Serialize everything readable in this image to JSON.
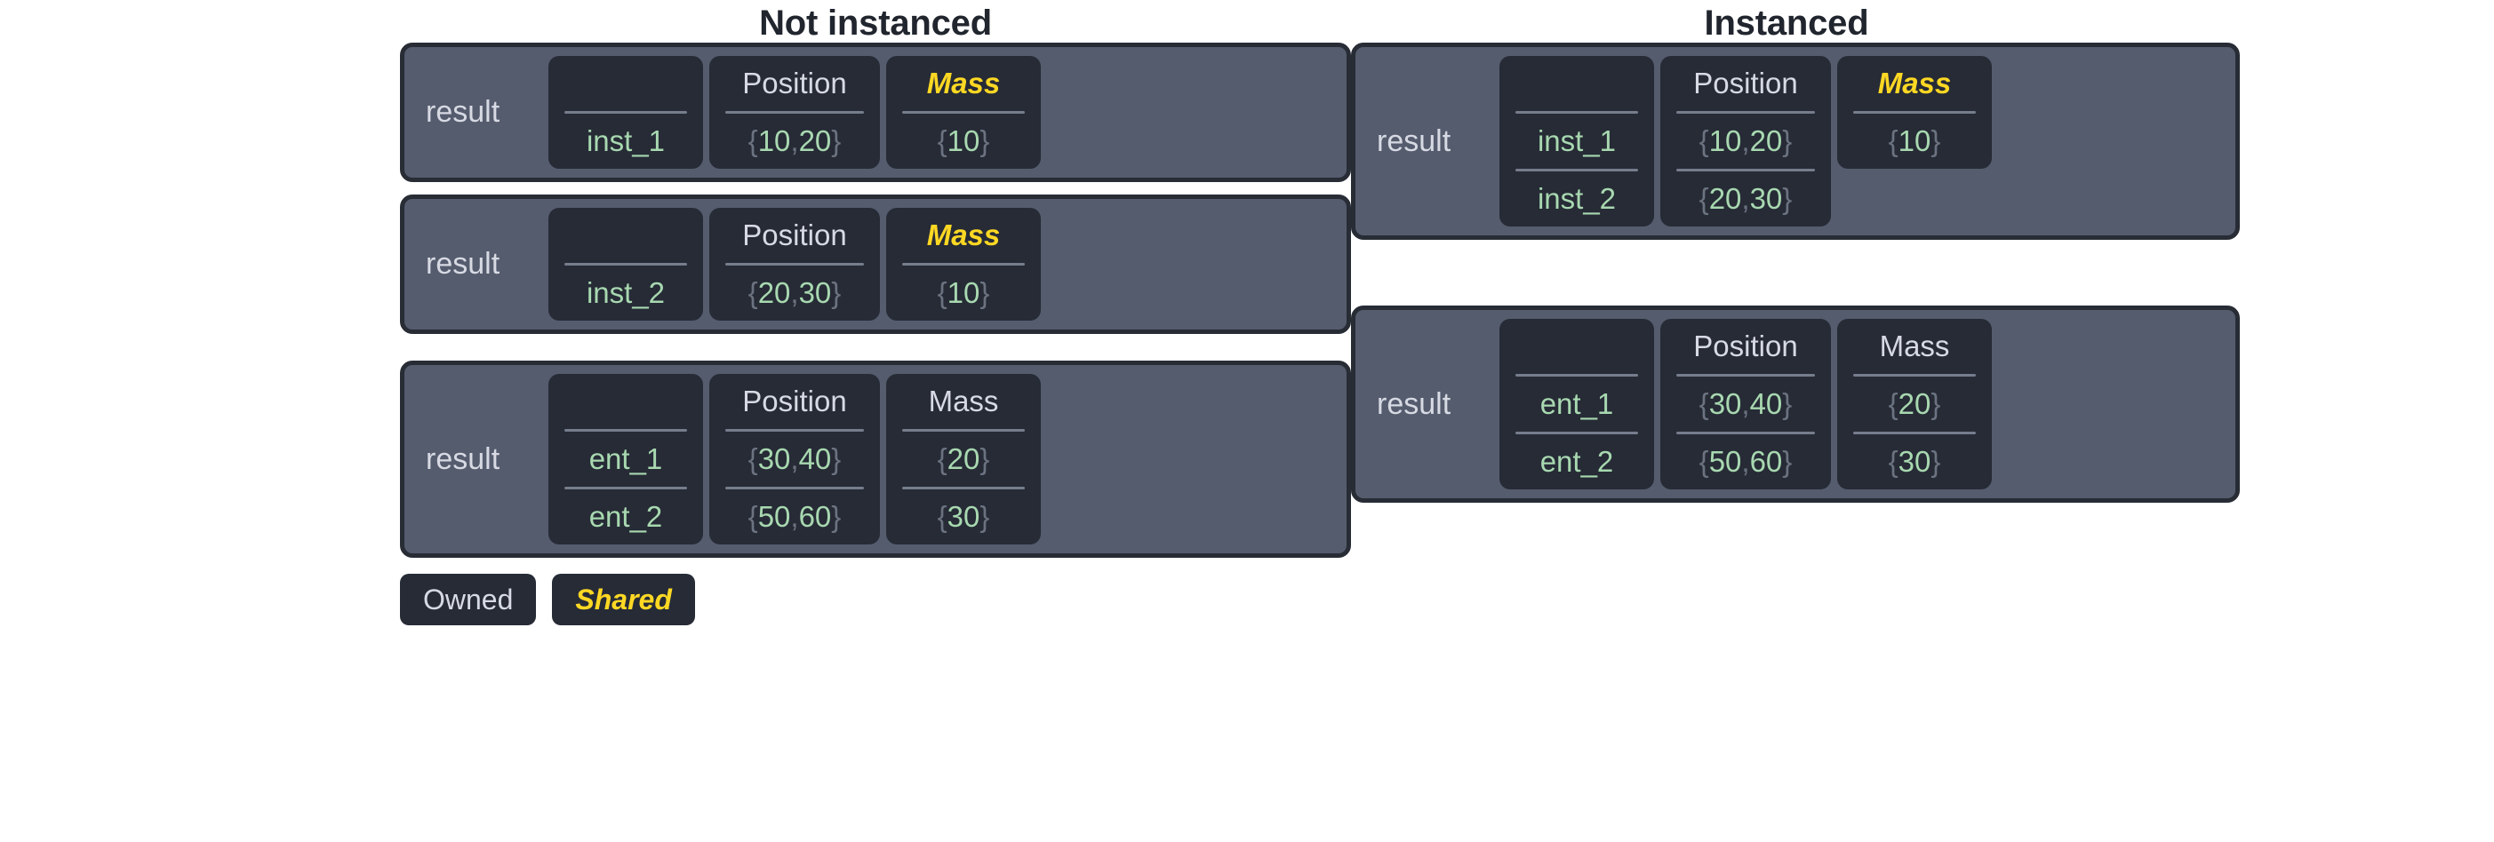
{
  "columns": [
    {
      "title": "Not instanced",
      "tables": [
        {
          "result_label": "result",
          "fields": [
            {
              "header": "",
              "shared": false
            },
            {
              "header": "Position",
              "shared": false
            },
            {
              "header": "Mass",
              "shared": true
            }
          ],
          "rows": [
            {
              "name": "inst_1",
              "position": "{10, 20}",
              "mass": "{10}"
            }
          ]
        },
        {
          "result_label": "result",
          "fields": [
            {
              "header": "",
              "shared": false
            },
            {
              "header": "Position",
              "shared": false
            },
            {
              "header": "Mass",
              "shared": true
            }
          ],
          "rows": [
            {
              "name": "inst_2",
              "position": "{20, 30}",
              "mass": "{10}"
            }
          ]
        },
        {
          "result_label": "result",
          "fields": [
            {
              "header": "",
              "shared": false
            },
            {
              "header": "Position",
              "shared": false
            },
            {
              "header": "Mass",
              "shared": false
            }
          ],
          "rows": [
            {
              "name": "ent_1",
              "position": "{30, 40}",
              "mass": "{20}"
            },
            {
              "name": "ent_2",
              "position": "{50, 60}",
              "mass": "{30}"
            }
          ]
        }
      ]
    },
    {
      "title": "Instanced",
      "tables": [
        {
          "result_label": "result",
          "fields": [
            {
              "header": "",
              "shared": false
            },
            {
              "header": "Position",
              "shared": false
            },
            {
              "header": "Mass",
              "shared": true
            }
          ],
          "rows": [
            {
              "name": "inst_1",
              "position": "{10, 20}",
              "mass": "{10}"
            },
            {
              "name": "inst_2",
              "position": "{20, 30}",
              "mass": null
            }
          ]
        },
        {
          "result_label": "result",
          "fields": [
            {
              "header": "",
              "shared": false
            },
            {
              "header": "Position",
              "shared": false
            },
            {
              "header": "Mass",
              "shared": false
            }
          ],
          "rows": [
            {
              "name": "ent_1",
              "position": "{30, 40}",
              "mass": "{20}"
            },
            {
              "name": "ent_2",
              "position": "{50, 60}",
              "mass": "{30}"
            }
          ]
        }
      ]
    }
  ],
  "legend": {
    "owned_label": "Owned",
    "shared_label": "Shared"
  },
  "colors": {
    "accent_shared": "#ffd823",
    "value_green": "#a8d8b0",
    "brace_gray": "#6b7280",
    "panel_slate": "#555c6e",
    "cell_dark": "#262b36",
    "card_border": "#272c35",
    "text_light": "#d7dae3"
  }
}
